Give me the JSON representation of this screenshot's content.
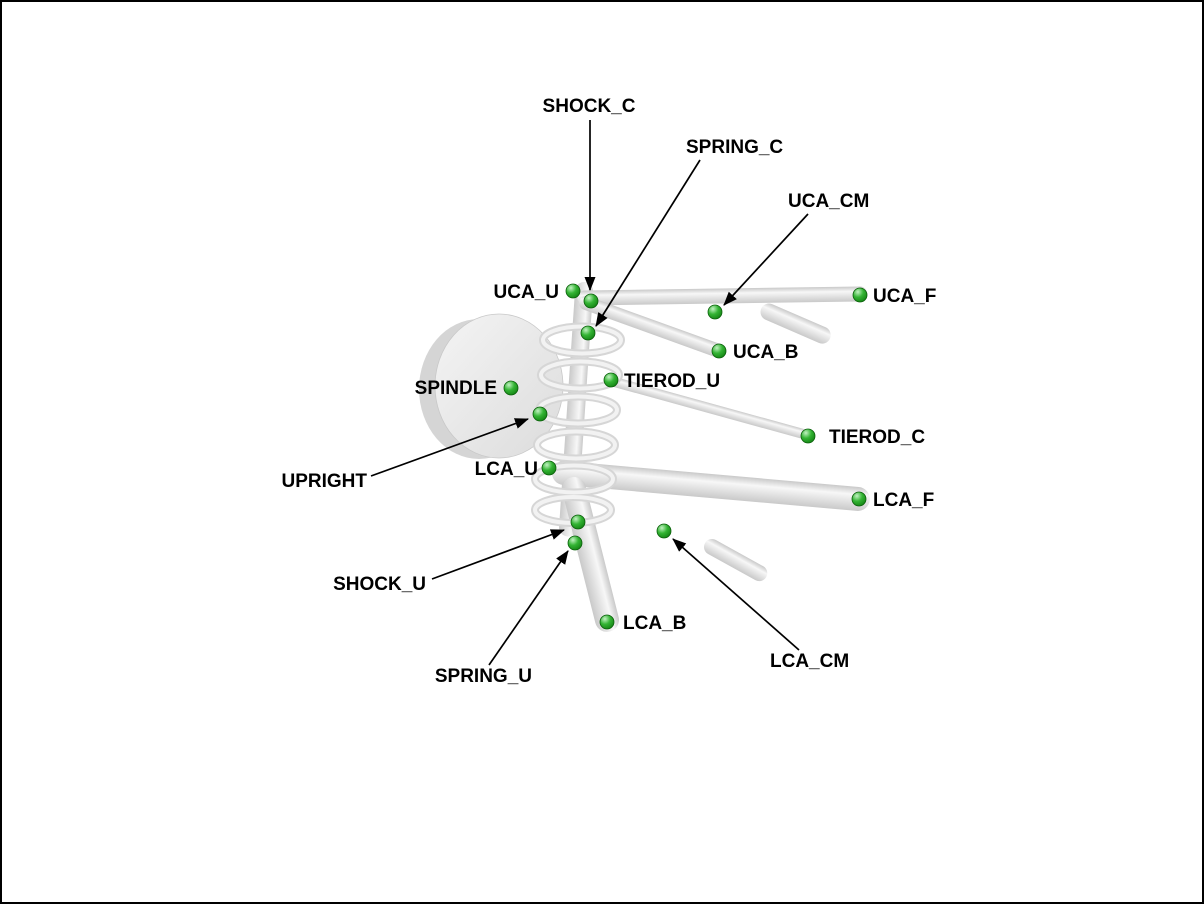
{
  "labels": {
    "shock_c": "SHOCK_C",
    "spring_c": "SPRING_C",
    "uca_cm": "UCA_CM",
    "uca_u": "UCA_U",
    "uca_f": "UCA_F",
    "uca_b": "UCA_B",
    "spindle": "SPINDLE",
    "tierod_u": "TIEROD_U",
    "tierod_c": "TIEROD_C",
    "upright": "UPRIGHT",
    "lca_u": "LCA_U",
    "lca_f": "LCA_F",
    "shock_u": "SHOCK_U",
    "spring_u": "SPRING_U",
    "lca_b": "LCA_B",
    "lca_cm": "LCA_CM"
  },
  "colors": {
    "marker_highlight": "#c2f2c2",
    "marker_mid": "#34b434",
    "marker_dark": "#0d7a0d",
    "marker_outline": "#0a5f0a",
    "arrow": "#000000",
    "label_text": "#000000",
    "structure_light": "#f7f7f7",
    "structure_dark": "#c9c9c9",
    "background": "#ffffff",
    "border": "#000000"
  }
}
